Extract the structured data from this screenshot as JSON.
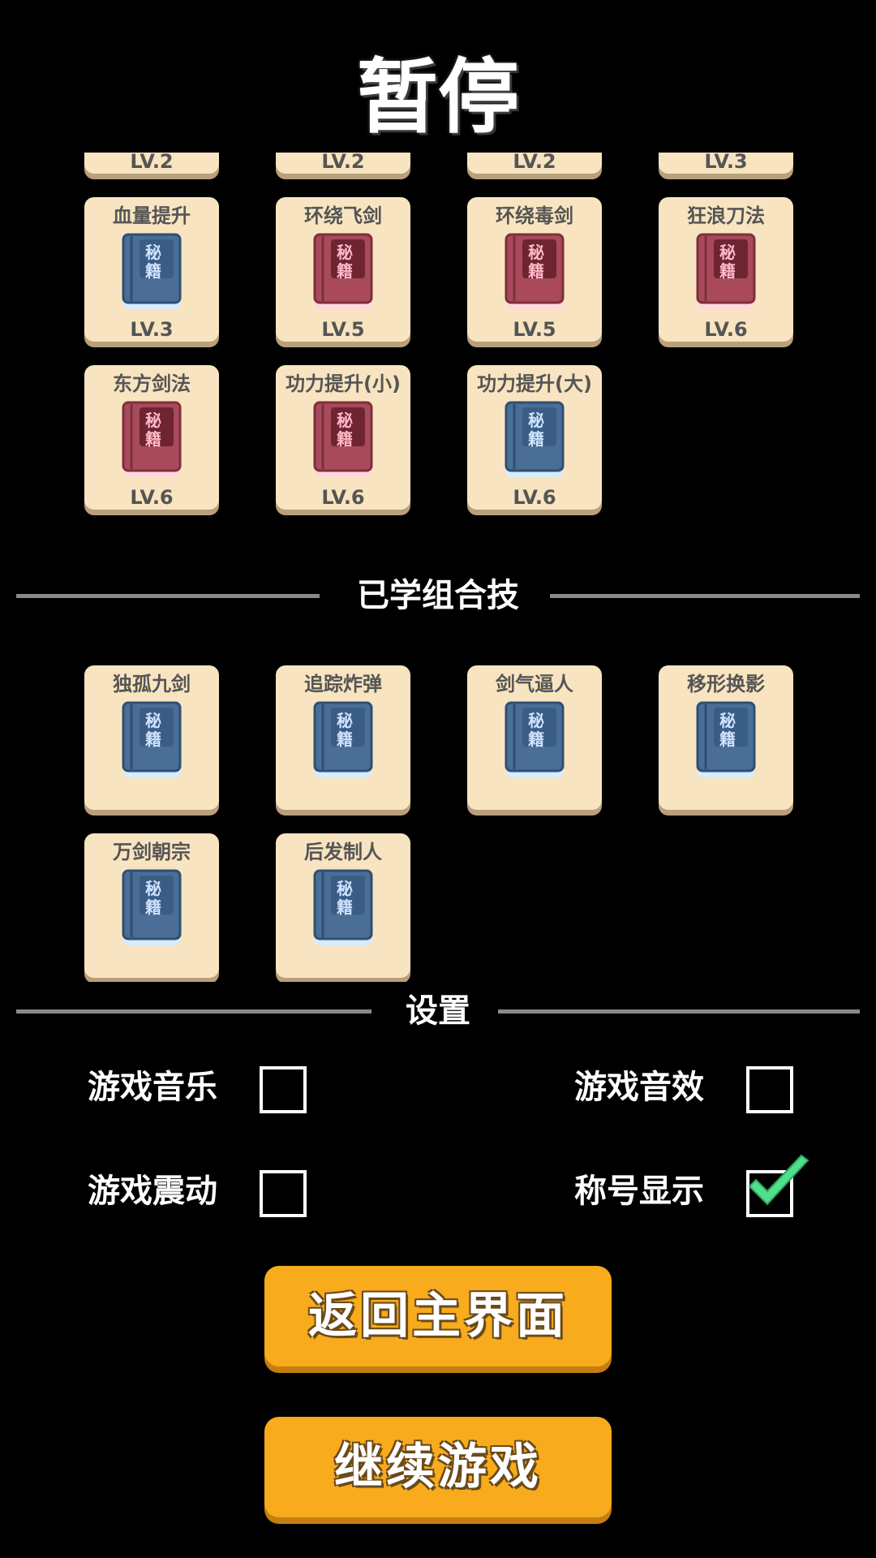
{
  "header": {
    "title": "暂停"
  },
  "colors": {
    "card_bg": "#f8e4c0",
    "book_red": "#a84a5a",
    "book_blue": "#4a6e96",
    "button": "#f7ab1d",
    "check": "#4ee08a"
  },
  "skills": [
    {
      "name": "",
      "level": "LV.2",
      "book": "red"
    },
    {
      "name": "",
      "level": "LV.2",
      "book": "red"
    },
    {
      "name": "",
      "level": "LV.2",
      "book": "blue"
    },
    {
      "name": "",
      "level": "LV.3",
      "book": "red"
    },
    {
      "name": "血量提升",
      "level": "LV.3",
      "book": "blue"
    },
    {
      "name": "环绕飞剑",
      "level": "LV.5",
      "book": "red"
    },
    {
      "name": "环绕毒剑",
      "level": "LV.5",
      "book": "red"
    },
    {
      "name": "狂浪刀法",
      "level": "LV.6",
      "book": "red"
    },
    {
      "name": "东方剑法",
      "level": "LV.6",
      "book": "red"
    },
    {
      "name": "功力提升(小)",
      "level": "LV.6",
      "book": "red"
    },
    {
      "name": "功力提升(大)",
      "level": "LV.6",
      "book": "blue"
    }
  ],
  "book_text": {
    "top": "秘",
    "bottom": "籍"
  },
  "combo_section": {
    "title": "已学组合技"
  },
  "combos": [
    {
      "name": "独孤九剑",
      "book": "blue"
    },
    {
      "name": "追踪炸弹",
      "book": "blue"
    },
    {
      "name": "剑气逼人",
      "book": "blue"
    },
    {
      "name": "移形换影",
      "book": "blue"
    },
    {
      "name": "万剑朝宗",
      "book": "blue"
    },
    {
      "name": "后发制人",
      "book": "blue"
    }
  ],
  "settings_section": {
    "title": "设置"
  },
  "settings": [
    {
      "label": "游戏音乐",
      "checked": false
    },
    {
      "label": "游戏音效",
      "checked": false
    },
    {
      "label": "游戏震动",
      "checked": false
    },
    {
      "label": "称号显示",
      "checked": true
    }
  ],
  "buttons": {
    "main_menu": "返回主界面",
    "continue": "继续游戏"
  }
}
